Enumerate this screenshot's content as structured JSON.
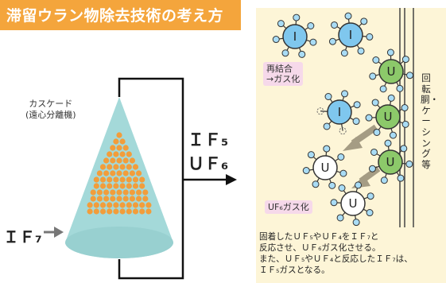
{
  "title": "滞留ウラン物除去技術の考え方",
  "cascade_label": "カスケード\n(遠心分離機)",
  "input_label": "ＩＦ₇",
  "outputs": [
    "ＩＦ₅",
    "ＵＦ₆"
  ],
  "molecules": {
    "iodine": "I",
    "uranium": "U"
  },
  "tags": {
    "recombine": "再結合\n→ガス化",
    "uf6gas": "UF₆ガス化"
  },
  "rotor_label": "回転胴・ケーシング等",
  "description": "固着したＵＦ₅やＵＦ₄をＩＦ₇と\n反応させ、ＵＦ₆ガス化させる。\nまた、ＵＦ₅やＵＦ₄と反応したＩＦ₇は、\nＩＦ₅ガスとなる。",
  "colors": {
    "title_bg": "#f4a53c",
    "cone": "#a4d9d9",
    "dots": "#f29d3b",
    "panel_bg": "#fdf5d7",
    "tag_bg": "#f6d9ea",
    "iodine": "#7fc7ee",
    "uranium": "#8cc96a"
  }
}
